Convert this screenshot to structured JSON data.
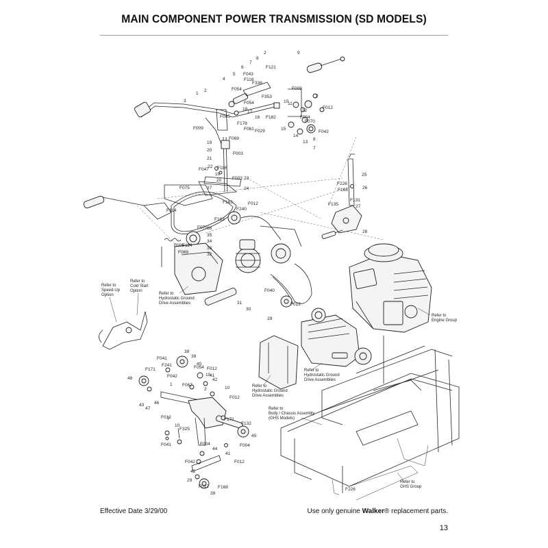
{
  "page": {
    "title": "MAIN COMPONENT POWER TRANSMISSION (SD MODELS)",
    "effective_date": "Effective Date 3/29/00",
    "footer_prefix": "Use only genuine ",
    "footer_brand": "Walker",
    "footer_suffix": "® replacement parts.",
    "page_number": "13"
  },
  "references": [
    {
      "id": "speed-up",
      "lines": [
        "Refer to",
        "Speed-Up",
        "Option"
      ]
    },
    {
      "id": "cold-start",
      "lines": [
        "Refer to",
        "Cold Start",
        "Option"
      ]
    },
    {
      "id": "hydro-upper",
      "lines": [
        "Refer to",
        "Hydrostatic Ground",
        "Drive Assemblies"
      ]
    },
    {
      "id": "engine",
      "lines": [
        "Refer to",
        "Engine Group"
      ]
    },
    {
      "id": "hydro-lower",
      "lines": [
        "Refer to",
        "Hydrostatic Ground",
        "Drive Assemblies"
      ]
    },
    {
      "id": "hydro-mid",
      "lines": [
        "Refer to",
        "Hydrostatic Ground",
        "Drive Assemblies"
      ]
    },
    {
      "id": "body-chassis",
      "lines": [
        "Refer to",
        "Body / Chassis Assembly",
        "(GHS Models)"
      ]
    },
    {
      "id": "ghs",
      "lines": [
        "Refer to",
        "GHS Group"
      ]
    }
  ],
  "callouts": [
    "9",
    "2",
    "8",
    "7",
    "6",
    "F121",
    "F043",
    "F116",
    "F336",
    "5",
    "4",
    "3",
    "2",
    "1",
    "F054",
    "F353",
    "F009",
    "2",
    "F054",
    "18",
    "17",
    "16",
    "F182",
    "10",
    "11",
    "12",
    "F004",
    "F070",
    "F012",
    "15",
    "14",
    "13",
    "F042",
    "8",
    "7",
    "F005",
    "F178",
    "F061",
    "F029",
    "F009",
    "F069",
    "19",
    "20",
    "F003",
    "21",
    "F047",
    "22",
    "F186",
    "19",
    "20",
    "F003",
    "23",
    "24",
    "F012",
    "F075",
    "37",
    "F163",
    "F240",
    "F183",
    "F114",
    "F075",
    "36",
    "35",
    "34",
    "33",
    "F005",
    "F114",
    "F069",
    "32",
    "25",
    "F226",
    "F168",
    "26",
    "F135",
    "F131",
    "27",
    "28",
    "F040",
    "F012",
    "31",
    "30",
    "29",
    "38",
    "F041",
    "39",
    "F241",
    "40",
    "F054",
    "F012",
    "F042",
    "10",
    "41",
    "42",
    "F171",
    "1",
    "F067",
    "2",
    "10",
    "F012",
    "48",
    "43",
    "47",
    "46",
    "F012",
    "7",
    "10",
    "F325",
    "F171",
    "F132",
    "45",
    "44",
    "F004",
    "41",
    "F004",
    "F012",
    "F041",
    "F042",
    "42",
    "29",
    "39",
    "F012",
    "F168",
    "F226"
  ]
}
